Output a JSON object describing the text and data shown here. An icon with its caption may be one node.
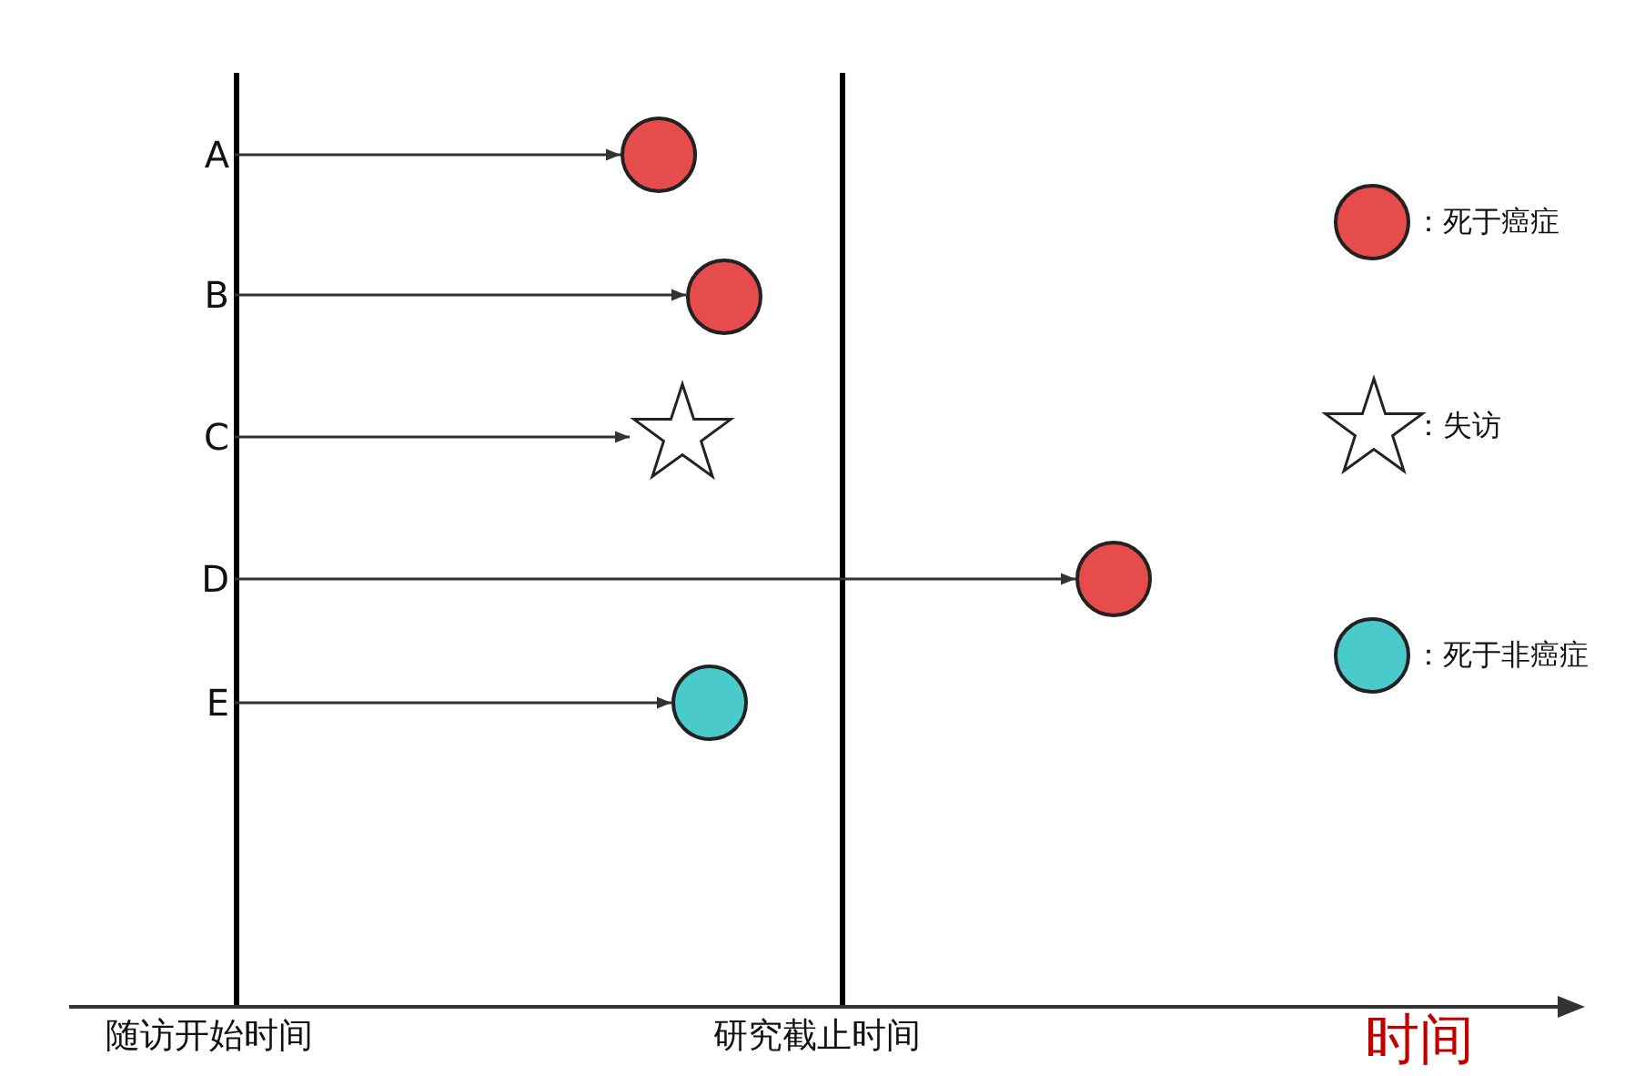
{
  "diagram": {
    "nodes": [
      {
        "text": [
          "A"
        ]
      },
      {
        "text": [],
        "shape": "circle"
      },
      {
        "text": [
          "B"
        ]
      },
      {
        "text": [],
        "shape": "circle"
      },
      {
        "text": [
          "C"
        ]
      },
      {
        "text": [],
        "shape": "star"
      },
      {
        "text": [
          "D"
        ]
      },
      {
        "text": [],
        "shape": "circle"
      },
      {
        "text": [
          "E"
        ]
      },
      {
        "text": [],
        "shape": "circle"
      }
    ],
    "edges": [
      {
        "from": 0,
        "to": 1,
        "arrow": "to"
      },
      {
        "from": 2,
        "to": 3,
        "arrow": "to"
      },
      {
        "from": 4,
        "to": 5,
        "arrow": "to"
      },
      {
        "from": 6,
        "to": 7,
        "arrow": "to"
      },
      {
        "from": 8,
        "to": 9,
        "arrow": "to"
      }
    ],
    "labels": [
      "随访开始时间",
      "研究截止时间",
      "时间"
    ],
    "legend": [
      {
        "text": "：死于癌症",
        "color": "#e64c4c"
      },
      {
        "text": "：失访"
      },
      {
        "text": "：死于非癌症",
        "color": "#4bcacb"
      }
    ]
  }
}
